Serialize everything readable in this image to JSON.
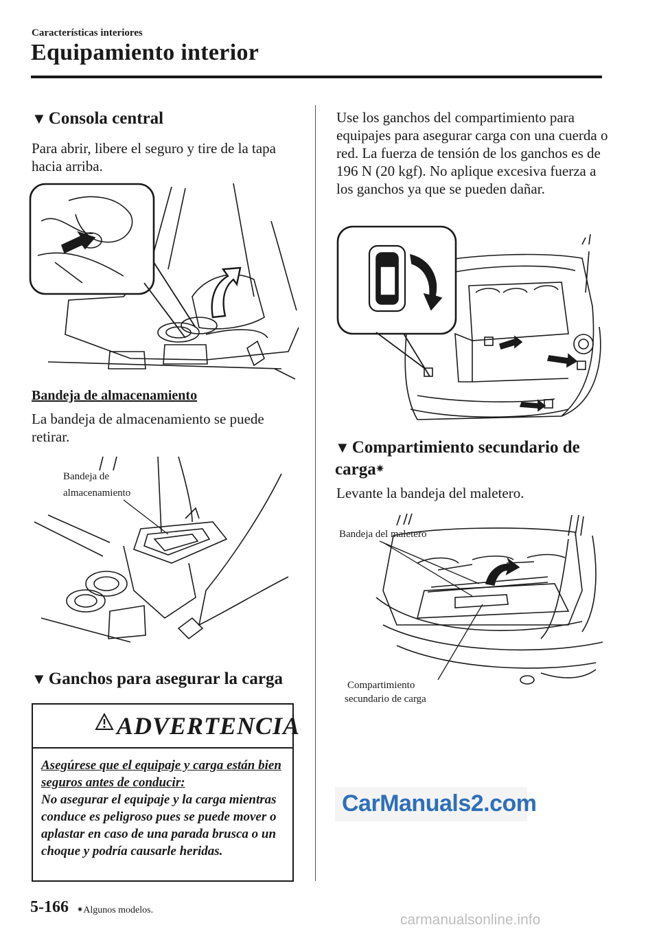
{
  "header": {
    "chapter": "Características interiores",
    "section": "Equipamiento interior"
  },
  "left": {
    "consola_title": "Consola central",
    "consola_text": "Para abrir, libere el seguro y tire de la tapa hacia arriba.",
    "bandeja_subtitle": "Bandeja de almacenamiento",
    "bandeja_text": "La bandeja de almacenamiento se puede retirar.",
    "fig2_label_line1": "Bandeja de",
    "fig2_label_line2": "almacenamiento",
    "ganchos_title": "Ganchos para asegurar la carga",
    "warning": {
      "title": "ADVERTENCIA",
      "lead": "Asegúrese que el equipaje y carga están bien seguros antes de conducir:",
      "text": "No asegurar el equipaje y la carga mientras conduce es peligroso pues se puede mover o aplastar en caso de una parada brusca o un choque y podría causarle heridas."
    }
  },
  "right": {
    "ganchos_text": "Use los ganchos del compartimiento para equipajes para asegurar carga con una cuerda o red. La fuerza de tensión de los ganchos es de 196 N (20 kgf). No aplique excesiva fuerza a los ganchos ya que se pueden dañar.",
    "secundario_title": "Compartimiento secundario de carga",
    "secundario_asterisk": "✷",
    "secundario_text": "Levante la bandeja del maletero.",
    "fig4_label_top": "Bandeja del maletero",
    "fig4_label_bottom_line1": "Compartimiento",
    "fig4_label_bottom_line2": "secundario de carga"
  },
  "footer": {
    "page_number": "5-166",
    "footnote_asterisk": "✷",
    "footnote": "Algunos modelos."
  },
  "watermarks": {
    "carmanuals": "CarManuals2.com",
    "online": "carmanualsonline.info"
  },
  "colors": {
    "text": "#1a1a1a",
    "watermark_blue": "#2f6fb8",
    "watermark_grey": "#bdbdbd"
  }
}
